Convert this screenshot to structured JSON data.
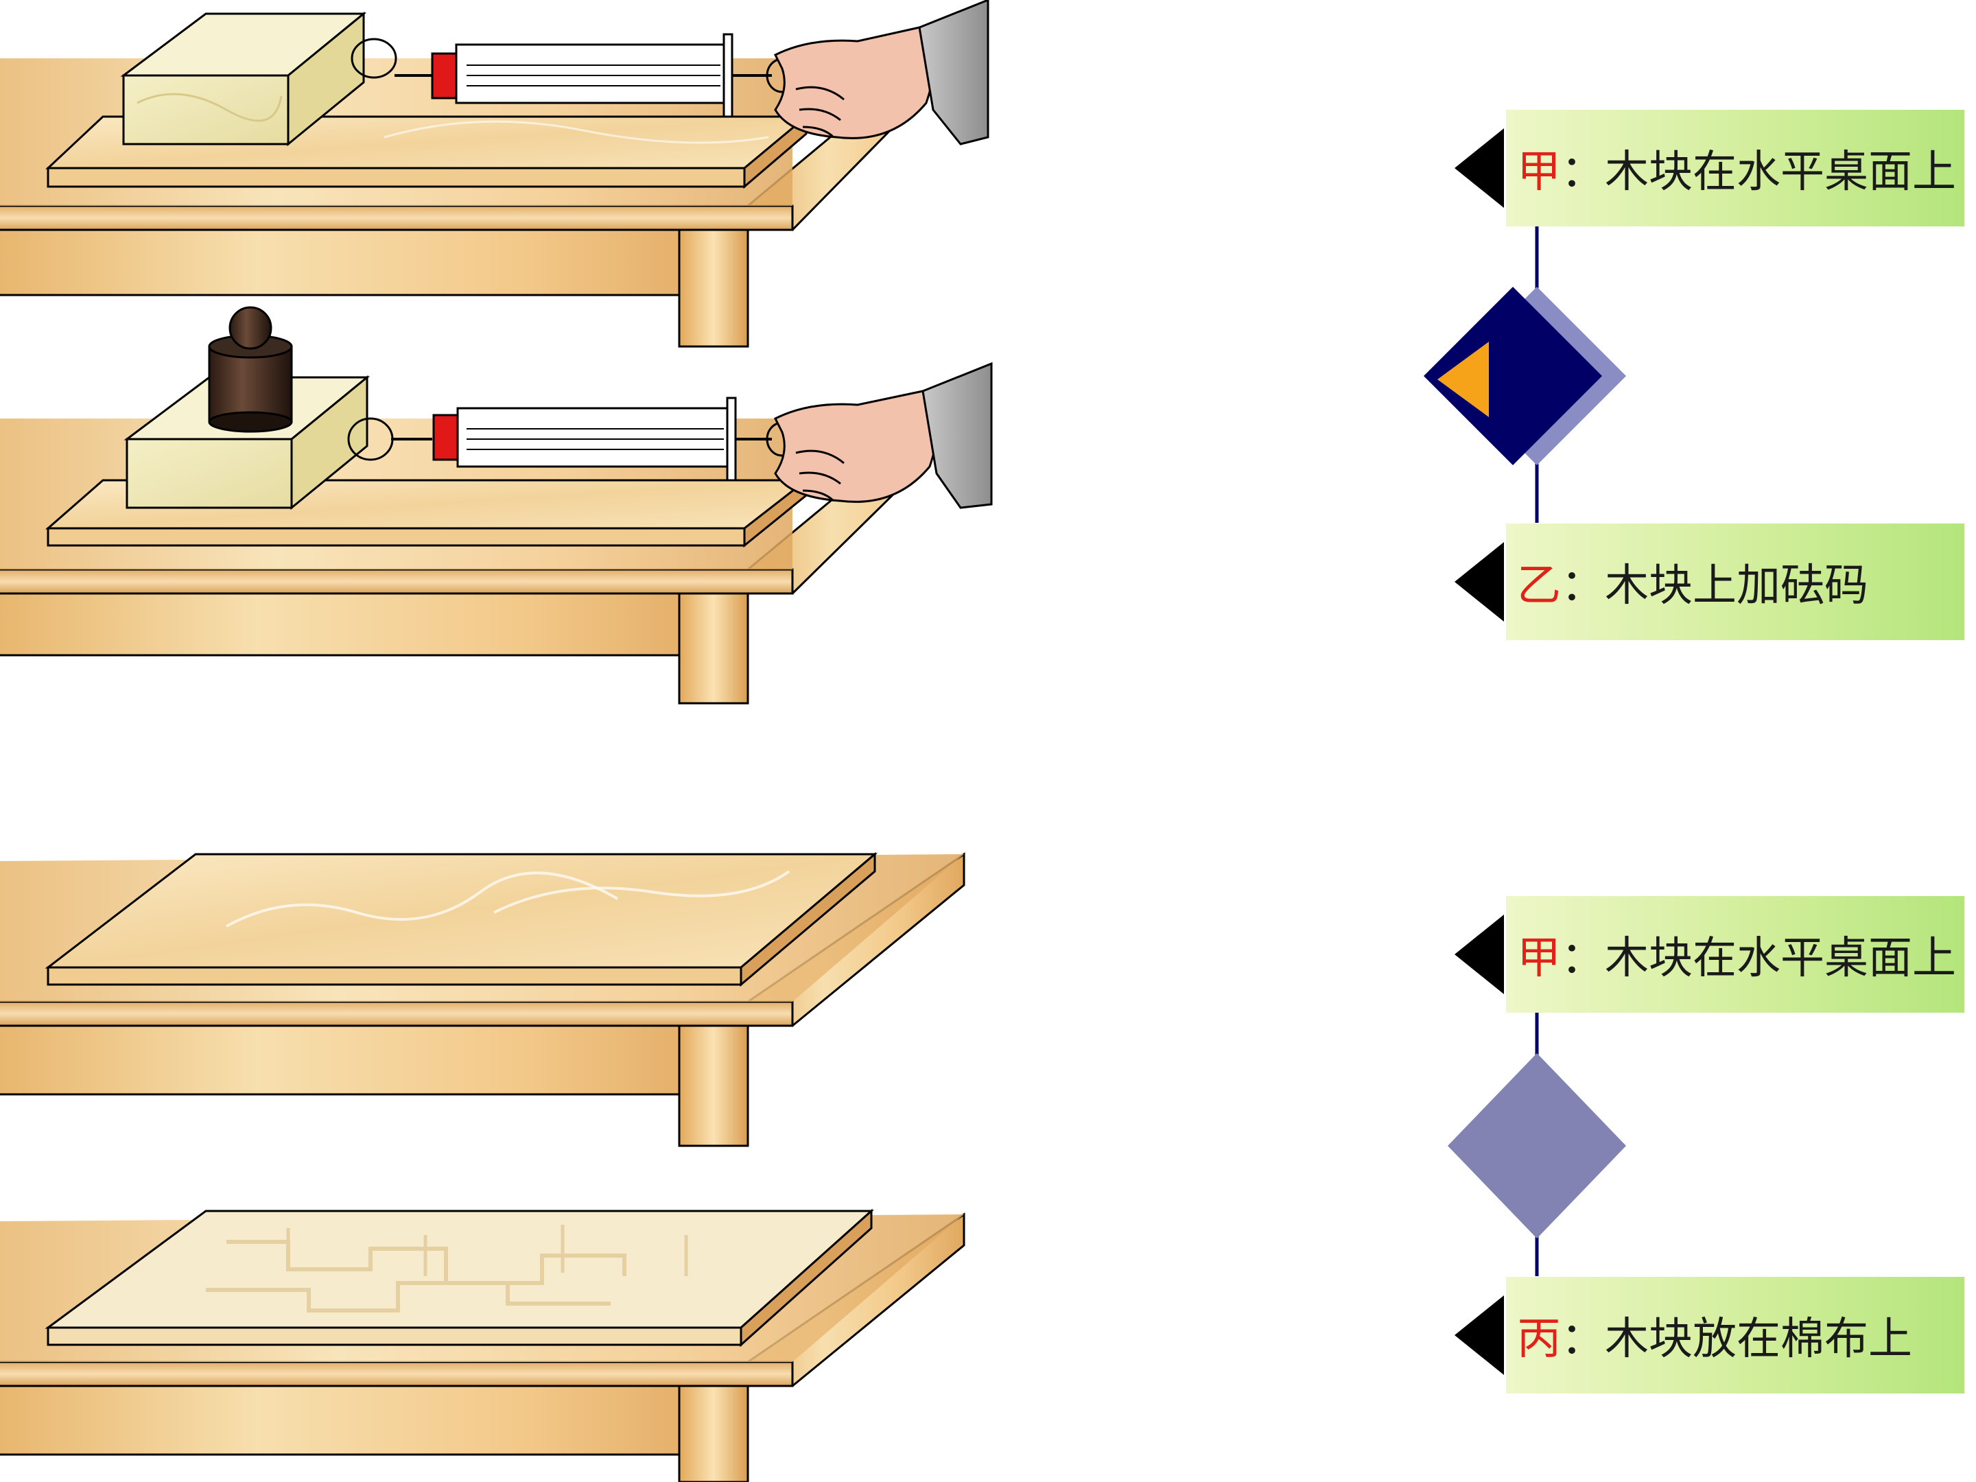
{
  "labels": [
    {
      "prefix": "甲",
      "sep": "：",
      "text": "木块在水平桌面上"
    },
    {
      "prefix": "乙",
      "sep": "：",
      "text": "木块上加砝码"
    },
    {
      "prefix": "甲",
      "sep": "：",
      "text": "木块在水平桌面上"
    },
    {
      "prefix": "丙",
      "sep": "：",
      "text": "木块放在棉布上"
    }
  ],
  "colors": {
    "label_prefix": "#e02218",
    "label_fill_start": "#eef7c8",
    "label_fill_end": "#b4e57c",
    "diamond_active": "#000066",
    "diamond_shadow": "#8a8cc4",
    "diamond_marker": "#f7a31a",
    "diamond_inactive": "#8383b3",
    "wood_light": "#f7dfae",
    "wood_dark": "#d9a055",
    "table_leg": "#f0c884"
  },
  "icons": [
    "spring-scale-icon",
    "hand-icon",
    "weight-icon",
    "diamond-node-icon",
    "arrow-left-icon"
  ]
}
